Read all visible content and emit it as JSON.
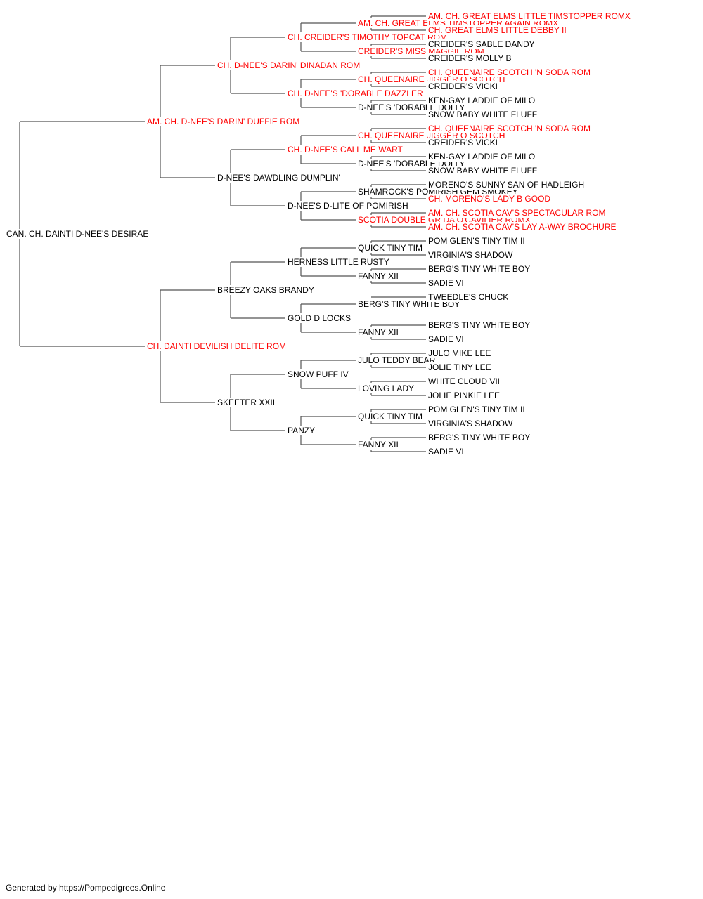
{
  "colors": {
    "champion": "#ff0000",
    "normal": "#000000",
    "line": "#555555"
  },
  "pedigree": {
    "subject": {
      "name": "CAN. CH. DAINTI D-NEE'S DESIRAE",
      "champion": false
    },
    "sire": {
      "name": "AM. CH. D-NEE'S DARIN' DUFFIE ROM",
      "champion": true,
      "sire": {
        "name": "CH. D-NEE'S DARIN' DINADAN ROM",
        "champion": true,
        "sire": {
          "name": "CH. CREIDER'S TIMOTHY TOPCAT ROM",
          "champion": true,
          "sire": {
            "name": "AM. CH. GREAT ELMS TIMSTOPPER AGAIN ROMX",
            "champion": true,
            "sire": {
              "name": "AM. CH. GREAT ELMS LITTLE TIMSTOPPER ROMX",
              "champion": true
            },
            "dam": {
              "name": "CH. GREAT ELMS LITTLE DEBBY II",
              "champion": true
            }
          },
          "dam": {
            "name": "CREIDER'S MISS MAGGIE ROM",
            "champion": true,
            "sire": {
              "name": "CREIDER'S SABLE DANDY",
              "champion": false
            },
            "dam": {
              "name": "CREIDER'S MOLLY B",
              "champion": false
            }
          }
        },
        "dam": {
          "name": "CH. D-NEE'S 'DORABLE DAZZLER",
          "champion": true,
          "sire": {
            "name": "CH. QUEENAIRE JIGGER O SCOTCH",
            "champion": true,
            "sire": {
              "name": "CH. QUEENAIRE SCOTCH 'N SODA ROM",
              "champion": true
            },
            "dam": {
              "name": "CREIDER'S VICKI",
              "champion": false
            }
          },
          "dam": {
            "name": "D-NEE'S 'DORABLE DOLLY",
            "champion": false,
            "sire": {
              "name": "KEN-GAY LADDIE OF MILO",
              "champion": false
            },
            "dam": {
              "name": "SNOW BABY WHITE FLUFF",
              "champion": false
            }
          }
        }
      },
      "dam": {
        "name": "D-NEE'S DAWDLING DUMPLIN'",
        "champion": false,
        "sire": {
          "name": "CH. D-NEE'S CALL ME WART",
          "champion": true,
          "sire": {
            "name": "CH. QUEENAIRE JIGGER O SCOTCH",
            "champion": true,
            "sire": {
              "name": "CH. QUEENAIRE SCOTCH 'N SODA ROM",
              "champion": true
            },
            "dam": {
              "name": "CREIDER'S VICKI",
              "champion": false
            }
          },
          "dam": {
            "name": "D-NEE'S 'DORABLE DOLLY",
            "champion": false,
            "sire": {
              "name": "KEN-GAY LADDIE OF MILO",
              "champion": false
            },
            "dam": {
              "name": "SNOW BABY WHITE FLUFF",
              "champion": false
            }
          }
        },
        "dam": {
          "name": "D-NEE'S D-LITE OF POMIRISH",
          "champion": false,
          "sire": {
            "name": "SHAMROCK'S POMIRISH GEM SMOKEY",
            "champion": false,
            "sire": {
              "name": "MORENO'S SUNNY SAN OF HADLEIGH",
              "champion": false
            },
            "dam": {
              "name": "CH. MORENO'S LADY B GOOD",
              "champion": true
            }
          },
          "dam": {
            "name": "SCOTIA DOUBLE GR DA O'CAVILIER ROMX",
            "champion": true,
            "sire": {
              "name": "AM. CH. SCOTIA CAV'S SPECTACULAR ROM",
              "champion": true
            },
            "dam": {
              "name": "AM. CH. SCOTIA CAV'S LAY A-WAY BROCHURE",
              "champion": true
            }
          }
        }
      }
    },
    "dam": {
      "name": "CH. DAINTI DEVILISH DELITE ROM",
      "champion": true,
      "sire": {
        "name": "BREEZY OAKS BRANDY",
        "champion": false,
        "sire": {
          "name": "HERNESS LITTLE RUSTY",
          "champion": false,
          "sire": {
            "name": "QUICK TINY TIM",
            "champion": false,
            "sire": {
              "name": "POM GLEN'S TINY TIM II",
              "champion": false
            },
            "dam": {
              "name": "VIRGINIA'S SHADOW",
              "champion": false
            }
          },
          "dam": {
            "name": "FANNY XII",
            "champion": false,
            "sire": {
              "name": "BERG'S TINY WHITE BOY",
              "champion": false
            },
            "dam": {
              "name": "SADIE VI",
              "champion": false
            }
          }
        },
        "dam": {
          "name": "GOLD D LOCKS",
          "champion": false,
          "sire": {
            "name": "BERG'S TINY WHITE BOY",
            "champion": false,
            "sire": {
              "name": "TWEEDLE'S CHUCK",
              "champion": false
            }
          },
          "dam": {
            "name": "FANNY XII",
            "champion": false,
            "sire": {
              "name": "BERG'S TINY WHITE BOY",
              "champion": false
            },
            "dam": {
              "name": "SADIE VI",
              "champion": false
            }
          }
        }
      },
      "dam": {
        "name": "SKEETER XXII",
        "champion": false,
        "sire": {
          "name": "SNOW PUFF IV",
          "champion": false,
          "sire": {
            "name": "JULO TEDDY BEAR",
            "champion": false,
            "sire": {
              "name": "JULO MIKE LEE",
              "champion": false
            },
            "dam": {
              "name": "JOLIE TINY LEE",
              "champion": false
            }
          },
          "dam": {
            "name": "LOVING LADY",
            "champion": false,
            "sire": {
              "name": "WHITE CLOUD VII",
              "champion": false
            },
            "dam": {
              "name": "JOLIE PINKIE LEE",
              "champion": false
            }
          }
        },
        "dam": {
          "name": "PANZY",
          "champion": false,
          "sire": {
            "name": "QUICK TINY TIM",
            "champion": false,
            "sire": {
              "name": "POM GLEN'S TINY TIM II",
              "champion": false
            },
            "dam": {
              "name": "VIRGINIA'S SHADOW",
              "champion": false
            }
          },
          "dam": {
            "name": "FANNY XII",
            "champion": false,
            "sire": {
              "name": "BERG'S TINY WHITE BOY",
              "champion": false
            },
            "dam": {
              "name": "SADIE VI",
              "champion": false
            }
          }
        }
      }
    }
  },
  "footer": {
    "text": "Generated by https://Pompedigrees.Online"
  }
}
